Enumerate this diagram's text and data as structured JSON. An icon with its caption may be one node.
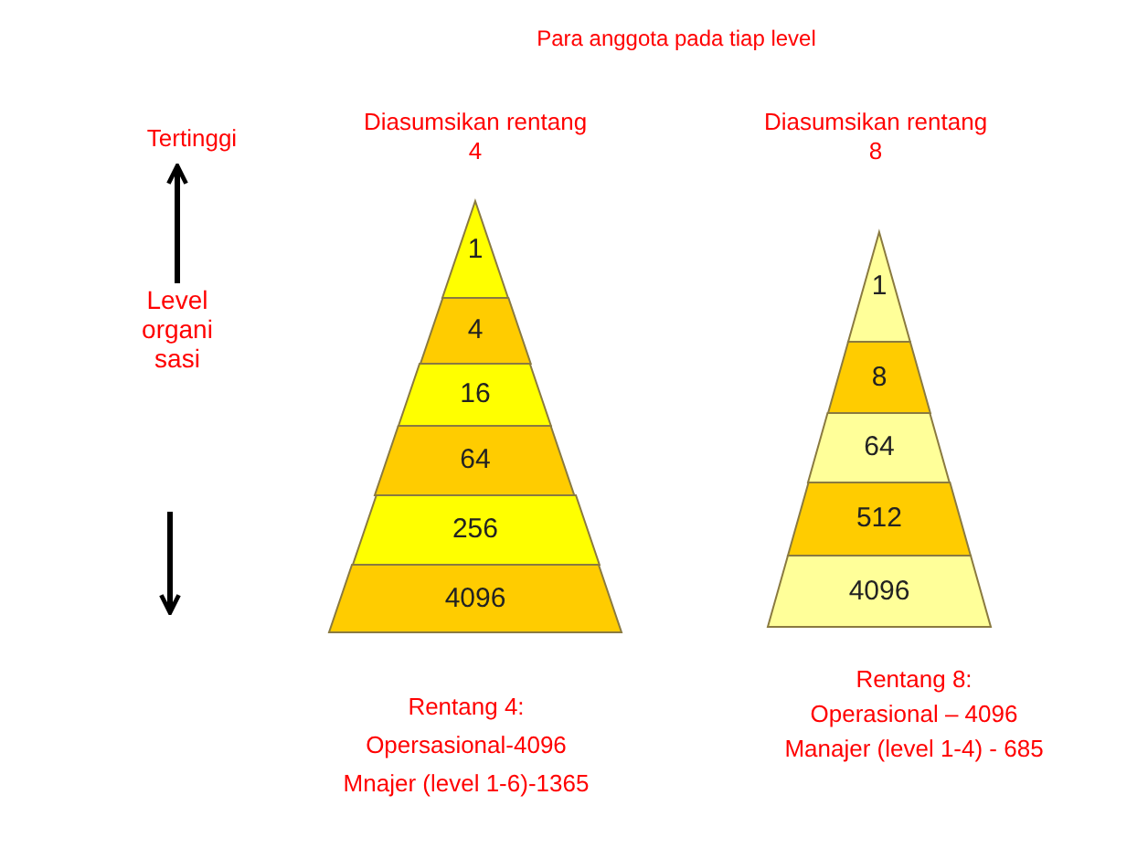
{
  "diagram": {
    "title": "Para anggota pada tiap level",
    "nodes": [
      {
        "text": [
          "1"
        ]
      },
      {
        "text": [
          "4"
        ]
      },
      {
        "text": [
          "16"
        ]
      },
      {
        "text": [
          "64"
        ]
      },
      {
        "text": [
          "256"
        ]
      },
      {
        "text": [
          "4096"
        ]
      },
      {
        "text": [
          "1"
        ]
      },
      {
        "text": [
          "8"
        ]
      },
      {
        "text": [
          "64"
        ]
      },
      {
        "text": [
          "512"
        ]
      },
      {
        "text": [
          "4096"
        ]
      }
    ],
    "labels": [
      "Tertinggi",
      "Diasumsikan rentang 4",
      "Diasumsikan rentang 8",
      "Level organi sasi",
      "Rentang 8:",
      "Operasional – 4096",
      "Rentang 4:",
      "Manajer (level 1-4) - 685",
      "Opersasional-4096",
      "Mnajer (level 1-6)-1365"
    ]
  }
}
